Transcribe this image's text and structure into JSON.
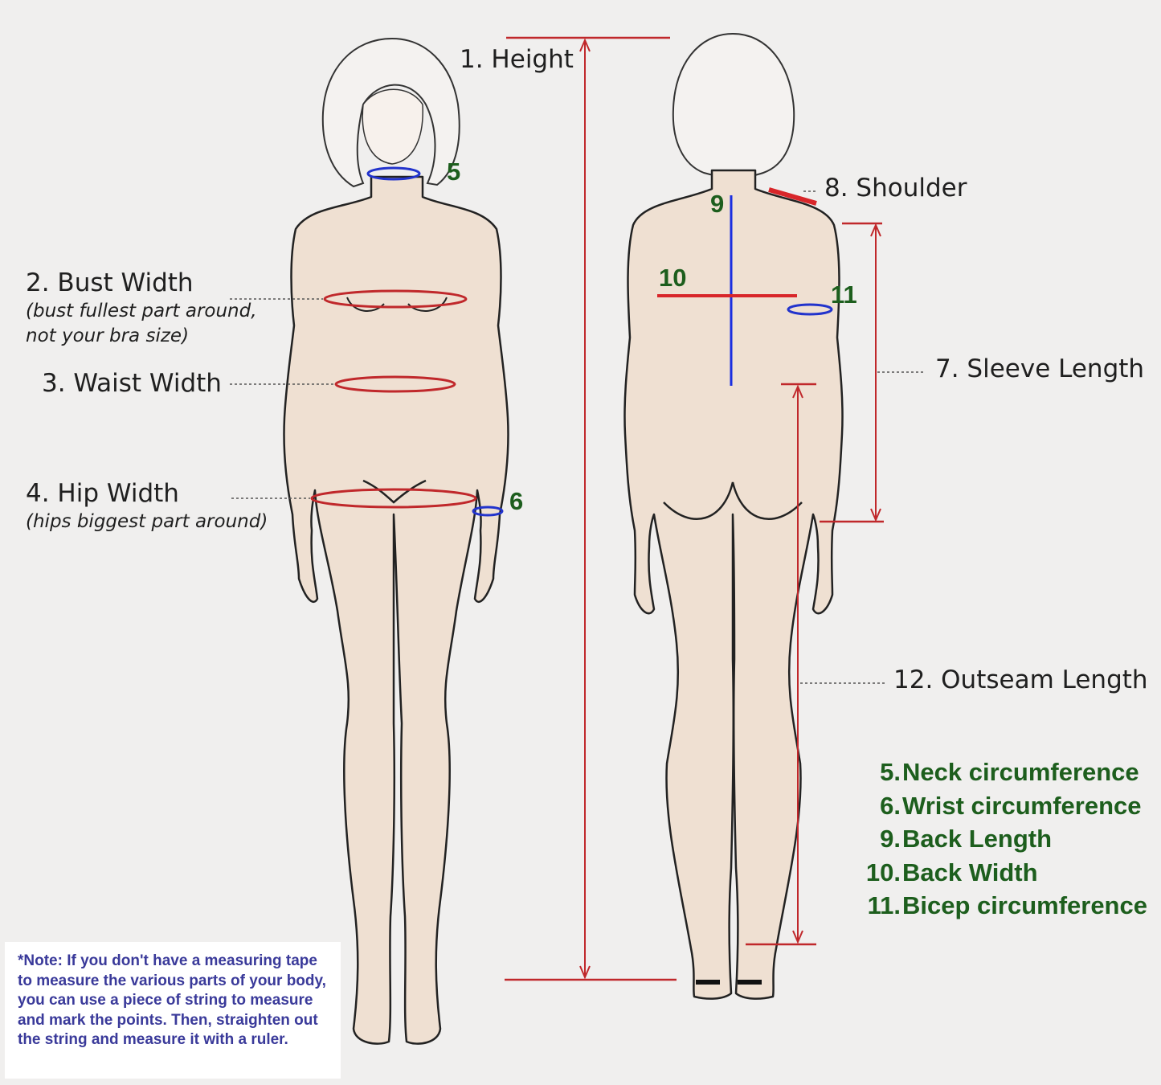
{
  "labels": {
    "height": "1. Height",
    "bust": "2. Bust Width",
    "bust_note_1": "(bust fullest part around,",
    "bust_note_2": "not your bra size)",
    "waist": "3. Waist Width",
    "hip": "4. Hip Width",
    "hip_note": "(hips biggest part around)",
    "shoulder": "8. Shoulder",
    "sleeve": "7. Sleeve Length",
    "outseam": "12. Outseam Length"
  },
  "markers": {
    "neck": "5",
    "wrist": "6",
    "back_length": "9",
    "back_width": "10",
    "bicep": "11"
  },
  "legend": [
    {
      "num": "5.",
      "text": "Neck circumference"
    },
    {
      "num": "6.",
      "text": "Wrist circumference"
    },
    {
      "num": "9.",
      "text": "Back Length"
    },
    {
      "num": "10.",
      "text": "Back Width"
    },
    {
      "num": "11.",
      "text": "Bicep circumference"
    }
  ],
  "note": "*Note: If you don't have a measuring tape to measure the various parts of your body, you can use a piece of string to measure and mark the points. Then, straighten out the string and measure it with a ruler.",
  "colors": {
    "background": "#f0efee",
    "skin": "#efe0d2",
    "outline": "#222222",
    "measure_red": "#c0282b",
    "measure_blue": "#2233cc",
    "legend_green": "#1d5e1d",
    "note_text": "#3a3a9a"
  }
}
